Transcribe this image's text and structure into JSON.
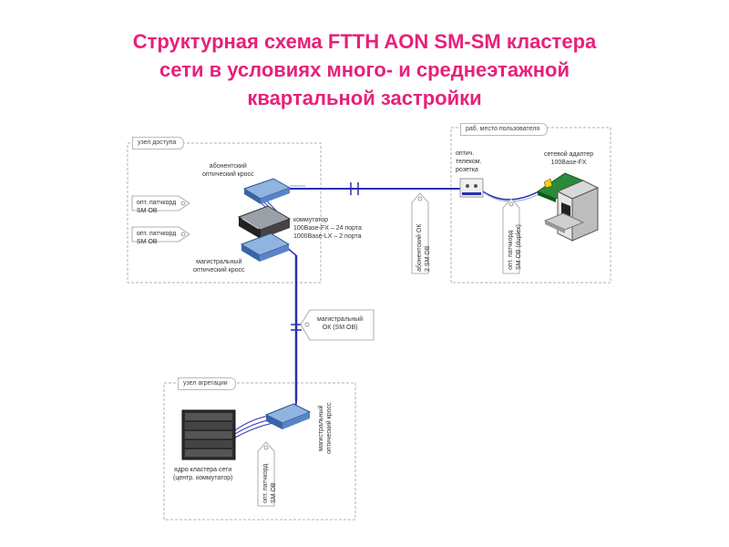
{
  "title": {
    "line1": "Структурная схема FTTH AON SM-SM кластера",
    "line2": "сети в условиях много- и среднеэтажной",
    "line3": "квартальной застройки"
  },
  "zones": {
    "access_node": "узел доступа",
    "user_workplace": "раб. место пользователя",
    "aggregation_node": "узел агрегации"
  },
  "labels": {
    "subscriber_cross": "абонентский\nоптический кросс",
    "switch": "коммутатор\n100Base-FX – 24 порта\n1000Base-LX – 2 порта",
    "trunk_cross": "магистральный\nоптический кросс",
    "patchcord_1": "опт. патчкорд\nSM ОВ",
    "patchcord_2": "опт. патчкорд\nSM ОВ",
    "subscriber_cable": "абонентский ОК\n2 SM ОВ",
    "telecom_socket": "оптич.\nтелеком.\nрозетка",
    "network_adapter": "сетевой адаптер\n100Base-FX",
    "patchcord_duplex": "опт. патчкорд\nSM ОВ (duplex)",
    "trunk_cable": "магистральный\nОК (SM ОВ)",
    "core_switch": "ядро кластера сети\n(центр. коммутатор)",
    "patchcord_agg": "опт. патчкорд\nSM ОВ",
    "trunk_cross_agg": "магистральный\nоптический кросс"
  },
  "colors": {
    "title": "#e8207a",
    "link": "#2a2fb0",
    "link_light": "#7fa0d8",
    "zone_border": "#b0b0b0"
  }
}
